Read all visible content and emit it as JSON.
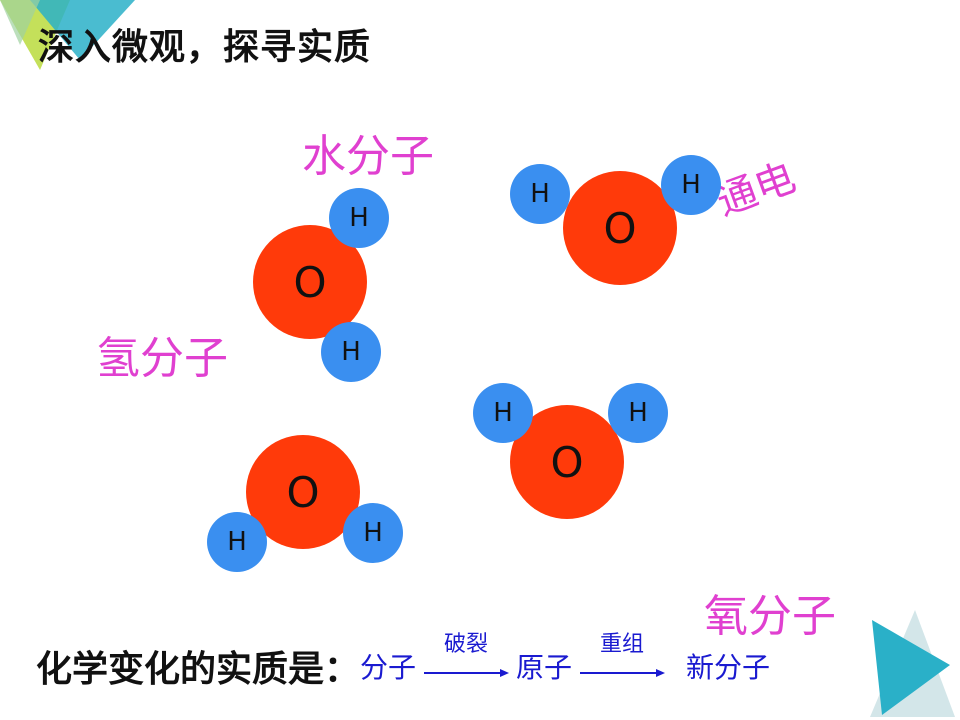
{
  "title": "深入微观，探寻实质",
  "labels": {
    "water_molecule": "水分子",
    "hydrogen_molecule": "氢分子",
    "oxygen_molecule": "氧分子",
    "electrolysis": "通电"
  },
  "atoms": {
    "oxygen": "O",
    "hydrogen": "H"
  },
  "summary": {
    "label": "化学变化的实质是：",
    "step1": "分子",
    "arrow1": "破裂",
    "step2": "原子",
    "arrow2": "重组",
    "step3": "新分子"
  },
  "colors": {
    "oxygen_atom": "#ff3a0a",
    "hydrogen_atom": "#3a8ff0",
    "label_pink": "#e040d0",
    "chain_blue": "#1a1ad0",
    "deco_green": "#c4e05a",
    "deco_teal": "#2ab0c8"
  }
}
